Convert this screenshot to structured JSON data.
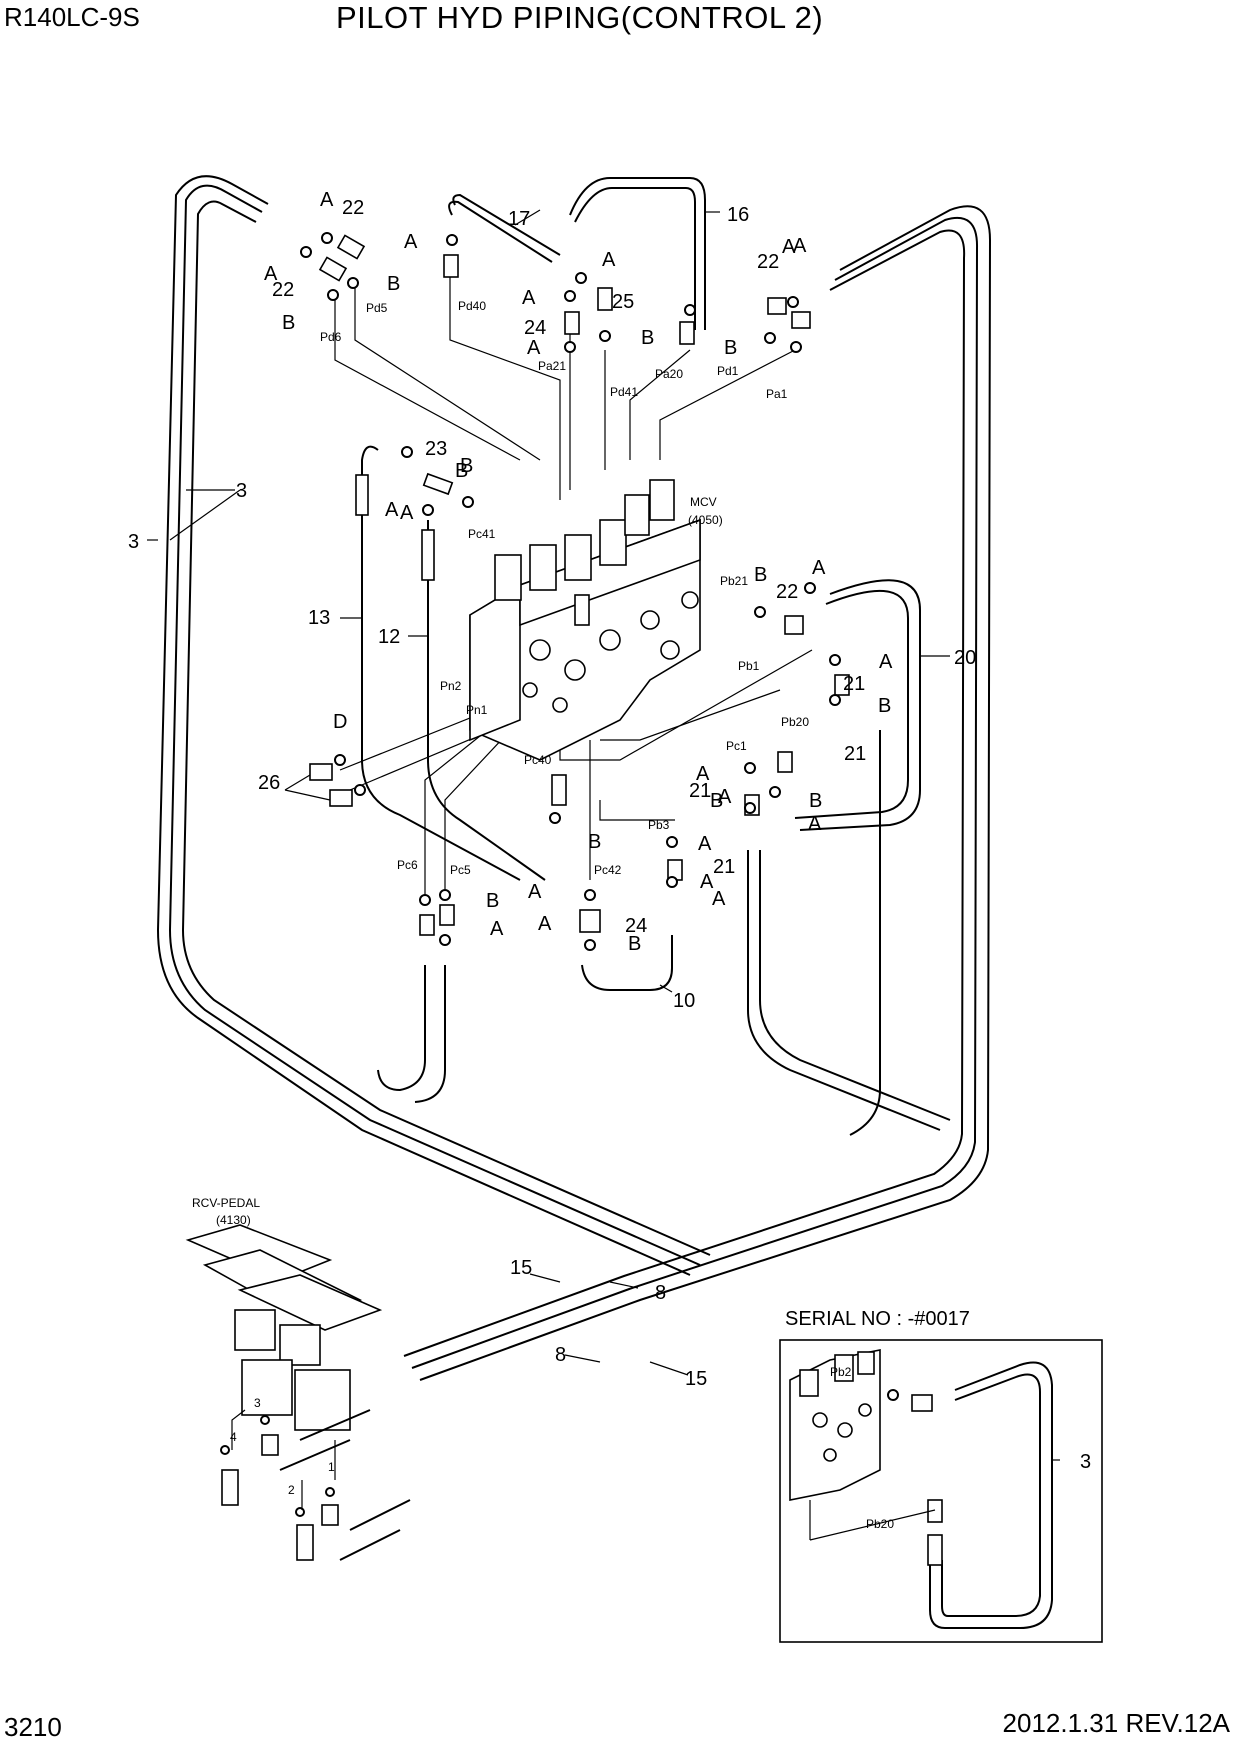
{
  "header": {
    "model": "R140LC-9S",
    "title": "PILOT HYD PIPING(CONTROL 2)"
  },
  "footer": {
    "page": "3210",
    "revision": "2012.1.31  REV.12A"
  },
  "components": {
    "mcv": [
      "MCV",
      "(4050)"
    ],
    "rcv_pedal": [
      "RCV-PEDAL",
      "(4130)"
    ],
    "inset_title": "SERIAL NO : -#0017"
  },
  "callouts": {
    "part_numbers": [
      "3",
      "3",
      "22",
      "22",
      "17",
      "16",
      "22",
      "25",
      "24",
      "23",
      "13",
      "12",
      "22",
      "21",
      "20",
      "26",
      "21",
      "21",
      "21",
      "24",
      "10",
      "15",
      "8",
      "8",
      "15",
      "3"
    ],
    "letters": [
      "A",
      "A",
      "B",
      "A",
      "B",
      "A",
      "A",
      "A",
      "A",
      "B",
      "B",
      "A",
      "B",
      "A",
      "B",
      "A",
      "D",
      "B",
      "A",
      "A",
      "B",
      "A",
      "B",
      "A",
      "B",
      "A",
      "A",
      "B",
      "A",
      "B",
      "A",
      "A",
      "B",
      "A",
      "A"
    ],
    "port_labels": [
      "Pd6",
      "Pd5",
      "Pd40",
      "Pa21",
      "Pd41",
      "Pa20",
      "Pd1",
      "Pa1",
      "Pc41",
      "Pb21",
      "Pb1",
      "Pn2",
      "Pn1",
      "Pb20",
      "Pc1",
      "Pc40",
      "Pb3",
      "Pc6",
      "Pc5",
      "Pc42",
      "Pb2",
      "Pb20"
    ],
    "pedal_ports": [
      "3",
      "4",
      "1",
      "2"
    ]
  }
}
